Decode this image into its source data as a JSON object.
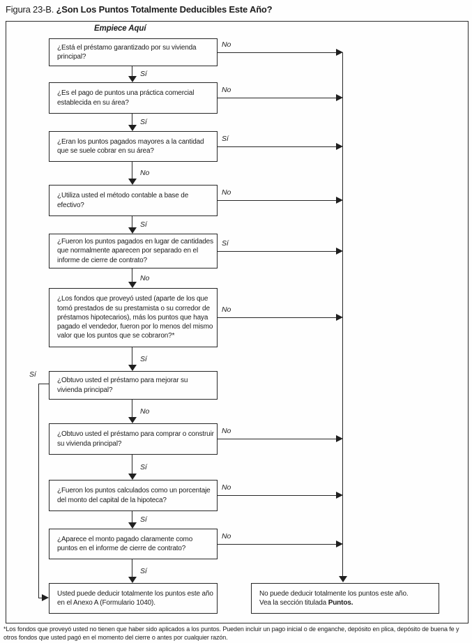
{
  "title": {
    "prefix": "Figura 23-B.",
    "main": "¿Son Los Puntos Totalmente Deducibles Este Año?"
  },
  "flowchart": {
    "start_label": "Empiece Aquí",
    "boxes": [
      {
        "text": "¿Está el préstamo garantizado por su vivienda principal?",
        "right_label": "No",
        "down_label": "Sí"
      },
      {
        "text": "¿Es el pago de puntos una práctica comercial establecida en su área?",
        "right_label": "No",
        "down_label": "Sí"
      },
      {
        "text": "¿Eran los puntos pagados mayores a la cantidad que se suele cobrar en su área?",
        "right_label": "Sí",
        "down_label": "No"
      },
      {
        "text": "¿Utiliza usted el método contable a base de efectivo?",
        "right_label": "No",
        "down_label": "Sí"
      },
      {
        "text": "¿Fueron los puntos pagados en lugar de cantidades que normalmente aparecen por separado en el informe de cierre de contrato?",
        "right_label": "Sí",
        "down_label": "No"
      },
      {
        "text": "¿Los fondos que proveyó usted (aparte de los que tomó prestados de su prestamista o su corredor de préstamos hipotecarios), más los puntos que haya pagado el vendedor, fueron por lo menos del mismo valor que los puntos que se cobraron?*",
        "right_label": "No",
        "down_label": "Sí"
      },
      {
        "text": "¿Obtuvo usted el préstamo para mejorar su vivienda principal?",
        "left_label": "Sí",
        "down_label": "No"
      },
      {
        "text": "¿Obtuvo usted el préstamo para comprar o construir su vivienda principal?",
        "right_label": "No",
        "down_label": "Sí"
      },
      {
        "text": "¿Fueron los puntos calculados como un porcentaje del monto del capital de la hipoteca?",
        "right_label": "No",
        "down_label": "Sí"
      },
      {
        "text": "¿Aparece el monto pagado claramente como puntos en el informe de cierre de contrato?",
        "right_label": "No",
        "down_label": "Sí"
      }
    ],
    "result_yes": {
      "text": "Usted puede deducir totalmente los puntos este año en el Anexo A (Formulario 1040)."
    },
    "result_no": {
      "line1": "No puede deducir totalmente los puntos este año.",
      "line2_prefix": "Vea la sección titulada ",
      "line2_bold": "Puntos."
    }
  },
  "footnote": "*Los fondos que proveyó usted no tienen que haber sido aplicados a los puntos. Pueden incluir un pago inicial o de enganche, depósito en plica, depósito de buena fe y otros fondos que usted pagó en el momento del cierre o antes por cualquier razón."
}
